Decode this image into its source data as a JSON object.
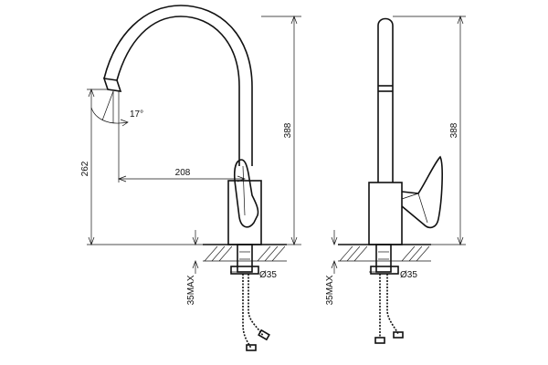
{
  "dimensions": {
    "angle": "17°",
    "height_left": "388",
    "height_right": "388",
    "spout_height": "262",
    "spout_reach": "208",
    "max_thickness_left": "35MAX",
    "max_thickness_right": "35MAX",
    "diameter_left": "Ø35",
    "diameter_right": "Ø35"
  }
}
